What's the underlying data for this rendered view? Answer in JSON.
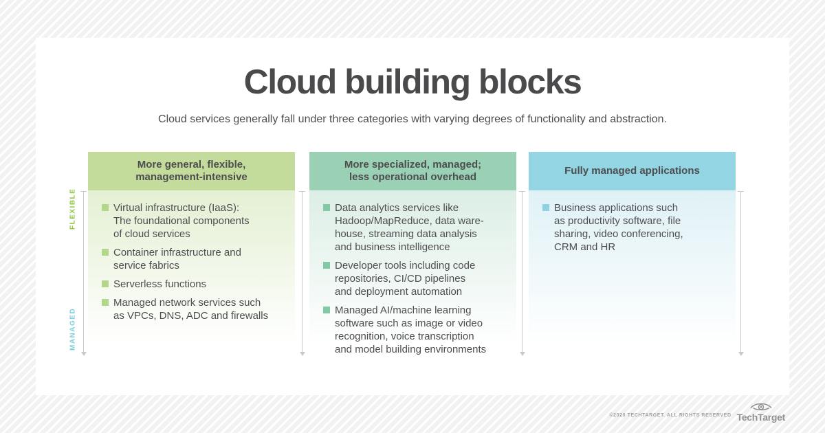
{
  "page": {
    "title": "Cloud building blocks",
    "subtitle": "Cloud services generally fall under three categories with varying degrees of functionality and abstraction."
  },
  "axis": {
    "top_label": "FLEXIBLE",
    "top_color": "#8cc63e",
    "bottom_label": "MANAGED",
    "bottom_color": "#7bcfdd"
  },
  "columns": [
    {
      "header": "More general, flexible,\nmanagement-intensive",
      "header_bg": "#c3dc9b",
      "tint": "#e4f0d3",
      "bullet_color": "#b2d788",
      "items": [
        "Virtual infrastructure (IaaS):\nThe foundational components\nof cloud services",
        "Container infrastructure and\nservice fabrics",
        "Serverless functions",
        "Managed network services such\nas VPCs, DNS, ADC and firewalls"
      ]
    },
    {
      "header": "More specialized, managed;\nless operational overhead",
      "header_bg": "#9ad1b4",
      "tint": "#dceee5",
      "bullet_color": "#82caa6",
      "items": [
        "Data analytics services like\nHadoop/MapReduce, data ware-\nhouse, streaming data analysis\nand business intelligence",
        "Developer tools including code\nrepositories, CI/CD pipelines\nand deployment automation",
        "Managed AI/machine learning\nsoftware such as image or video\nrecognition, voice transcription\nand model building environments"
      ]
    },
    {
      "header": "Fully managed applications",
      "header_bg": "#93d5e2",
      "tint": "#dff1f6",
      "bullet_color": "#90d3e0",
      "items": [
        "Business applications such\nas productivity software, file\nsharing, video conferencing,\nCRM and HR"
      ]
    }
  ],
  "colors": {
    "background_stripe": "#f2f2f2",
    "card": "#ffffff",
    "title_text": "#4a4a4c",
    "body_text": "#4d4d4f",
    "arrow_line": "#c9c9c9",
    "footer_text": "#a3a3a5"
  },
  "footer": {
    "copyright": "©2020 TECHTARGET. ALL RIGHTS RESERVED",
    "brand": "TechTarget"
  }
}
